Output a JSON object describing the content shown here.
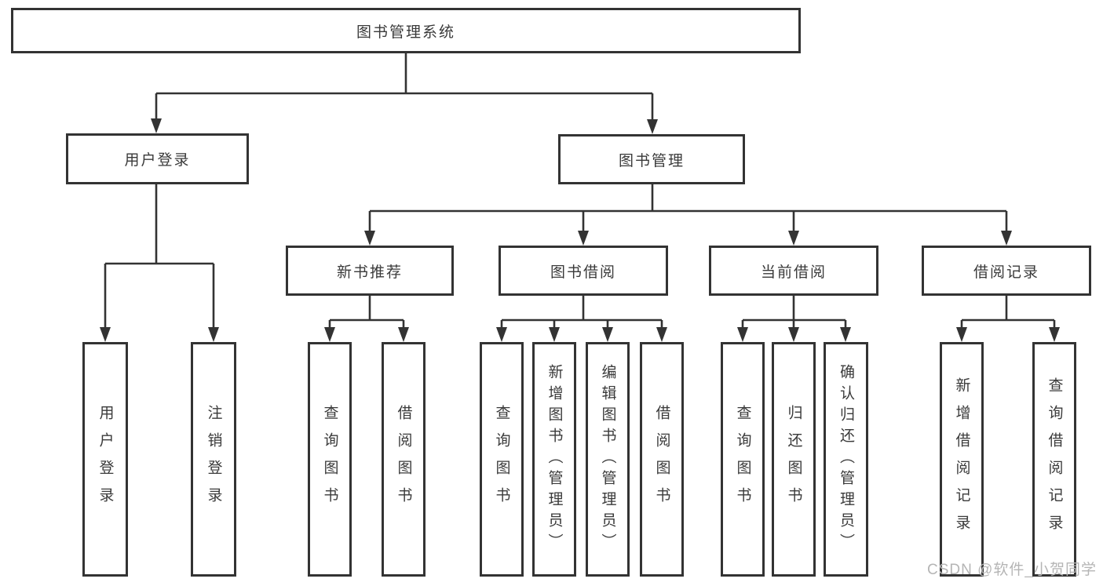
{
  "colors": {
    "line": "#333333",
    "box_border": "#333333",
    "box_fill": "#ffffff",
    "text": "#3a3a3a",
    "watermark": "#b5b5b5",
    "background": "#ffffff"
  },
  "watermark": {
    "text": "CSDN @软件_小贺同学"
  },
  "nodes": {
    "root": {
      "label": "图书管理系统"
    },
    "userLogin": {
      "label": "用户登录"
    },
    "bookManagement": {
      "label": "图书管理"
    },
    "newBookRecommend": {
      "label": "新书推荐"
    },
    "bookBorrow": {
      "label": "图书借阅"
    },
    "currentBorrow": {
      "label": "当前借阅"
    },
    "borrowRecords": {
      "label": "借阅记录"
    },
    "leafUserLogin": {
      "label": "用户登录"
    },
    "leafLogoutLogin": {
      "label": "注销登录"
    },
    "leafQueryBookA": {
      "label": "查询图书"
    },
    "leafBorrowBookA": {
      "label": "借阅图书"
    },
    "leafQueryBookB": {
      "label": "查询图书"
    },
    "leafAddBook": {
      "label": "新增图书（管理员）"
    },
    "leafEditBook": {
      "label": "编辑图书（管理员）"
    },
    "leafBorrowBookB": {
      "label": "借阅图书"
    },
    "leafQueryBookC": {
      "label": "查询图书"
    },
    "leafReturnBook": {
      "label": "归还图书"
    },
    "leafConfirmReturn": {
      "label": "确认归还（管理员）"
    },
    "leafAddBorrowRecord": {
      "label": "新增借阅记录"
    },
    "leafQueryBorrowRecord": {
      "label": "查询借阅记录"
    }
  }
}
